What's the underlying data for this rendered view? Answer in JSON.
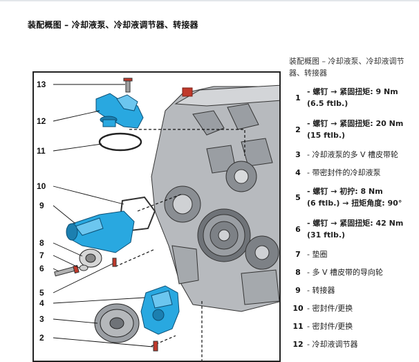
{
  "page": {
    "title": "装配概图 – 冷却液泵、冷却液调节器、转接器"
  },
  "figure": {
    "callouts": [
      "13",
      "12",
      "11",
      "10",
      "9",
      "8",
      "7",
      "6",
      "5",
      "4",
      "3",
      "2"
    ]
  },
  "legend": {
    "title": "装配概图 – 冷却液泵、冷却液调节器、转接器",
    "items": [
      {
        "num": "1",
        "line1": "- 螺钉 → 紧固扭矩: 9 Nm",
        "line2": "(6.5 ftlb.)"
      },
      {
        "num": "2",
        "line1": "- 螺钉 → 紧固扭矩: 20 Nm",
        "line2": "(15 ftlb.)"
      },
      {
        "num": "3",
        "line1": "- 冷却液泵的多 V 槽皮带轮",
        "line2": ""
      },
      {
        "num": "4",
        "line1": "- 带密封件的冷却液泵",
        "line2": ""
      },
      {
        "num": "5",
        "line1": "- 螺钉 → 初拧: 8 Nm",
        "line2": "(6 ftlb.) → 扭矩角度: 90°"
      },
      {
        "num": "6",
        "line1": "- 螺钉 → 紧固扭矩: 42 Nm",
        "line2": "(31 ftlb.)"
      },
      {
        "num": "7",
        "line1": "- 垫圈",
        "line2": ""
      },
      {
        "num": "8",
        "line1": "- 多 V 槽皮带的导向轮",
        "line2": ""
      },
      {
        "num": "9",
        "line1": "- 转接器",
        "line2": ""
      },
      {
        "num": "10",
        "line1": "- 密封件/更换",
        "line2": ""
      },
      {
        "num": "11",
        "line1": "- 密封件/更换",
        "line2": ""
      },
      {
        "num": "12",
        "line1": "- 冷却液调节器",
        "line2": ""
      }
    ]
  },
  "colors": {
    "part_highlight": "#29a8e0",
    "engine_grey": "#8a8e93",
    "accent_red": "#c0392b"
  }
}
